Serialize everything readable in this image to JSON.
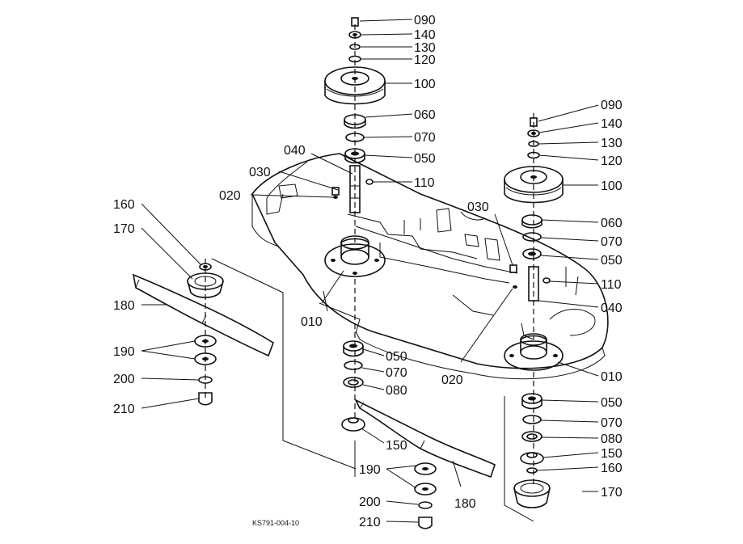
{
  "diagram": {
    "drawing_number": "KS791-004-10",
    "callouts": [
      {
        "label": "090"
      },
      {
        "label": "140"
      },
      {
        "label": "130"
      },
      {
        "label": "120"
      },
      {
        "label": "100"
      },
      {
        "label": "060"
      },
      {
        "label": "070"
      },
      {
        "label": "050"
      },
      {
        "label": "040"
      },
      {
        "label": "030"
      },
      {
        "label": "110"
      },
      {
        "label": "020"
      },
      {
        "label": "010"
      },
      {
        "label": "050"
      },
      {
        "label": "070"
      },
      {
        "label": "080"
      },
      {
        "label": "150"
      },
      {
        "label": "190"
      },
      {
        "label": "200"
      },
      {
        "label": "210"
      },
      {
        "label": "180"
      },
      {
        "label": "160"
      },
      {
        "label": "170"
      },
      {
        "label": "180"
      },
      {
        "label": "190"
      },
      {
        "label": "200"
      },
      {
        "label": "210"
      },
      {
        "label": "090"
      },
      {
        "label": "140"
      },
      {
        "label": "130"
      },
      {
        "label": "120"
      },
      {
        "label": "100"
      },
      {
        "label": "060"
      },
      {
        "label": "070"
      },
      {
        "label": "050"
      },
      {
        "label": "030"
      },
      {
        "label": "110"
      },
      {
        "label": "040"
      },
      {
        "label": "020"
      },
      {
        "label": "010"
      },
      {
        "label": "050"
      },
      {
        "label": "070"
      },
      {
        "label": "080"
      },
      {
        "label": "150"
      },
      {
        "label": "160"
      },
      {
        "label": "170"
      }
    ]
  }
}
